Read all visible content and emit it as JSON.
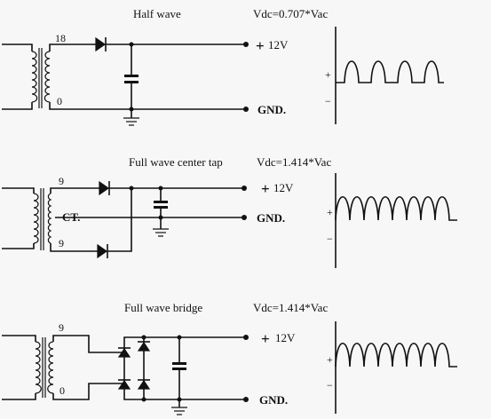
{
  "sections": [
    {
      "title": "Half wave",
      "formula": "Vdc=0.707*Vac",
      "winding_top": "18",
      "winding_bottom": "0",
      "out_pos": "12V",
      "out_gnd": "GND.",
      "humps": 4
    },
    {
      "title": "Full wave center tap",
      "formula": "Vdc=1.414*Vac",
      "winding_top": "9",
      "center_tap": "CT.",
      "winding_bottom": "9",
      "out_pos": "12V",
      "out_gnd": "GND.",
      "humps": 8
    },
    {
      "title": "Full wave bridge",
      "formula": "Vdc=1.414*Vac",
      "winding_top": "9",
      "winding_bottom": "0",
      "out_pos": "12V",
      "out_gnd": "GND.",
      "humps": 8
    }
  ],
  "waveform_labels": {
    "plus": "+",
    "minus": "−"
  }
}
